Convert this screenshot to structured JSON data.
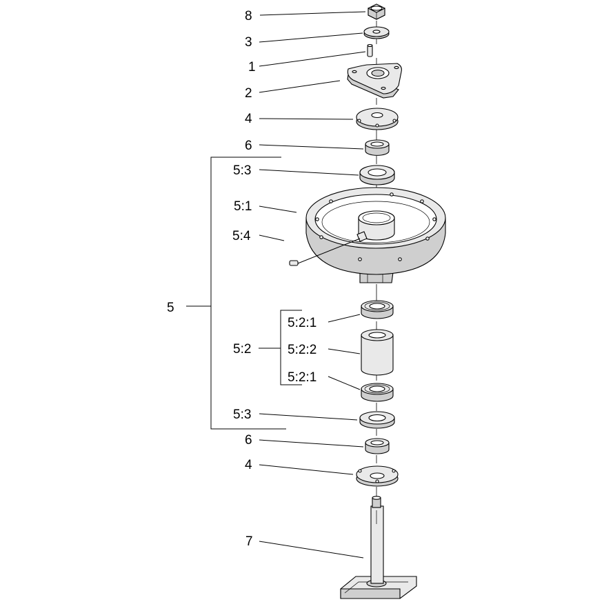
{
  "labels": {
    "p8": "8",
    "p3": "3",
    "p1": "1",
    "p2": "2",
    "p4_top": "4",
    "p6_top": "6",
    "p5_3_top": "5:3",
    "p5_1": "5:1",
    "p5_4": "5:4",
    "p5": "5",
    "p5_2_1_top": "5:2:1",
    "p5_2": "5:2",
    "p5_2_2": "5:2:2",
    "p5_2_1_bottom": "5:2:1",
    "p5_3_bottom": "5:3",
    "p6_bottom": "6",
    "p4_bottom": "4",
    "p7": "7"
  }
}
